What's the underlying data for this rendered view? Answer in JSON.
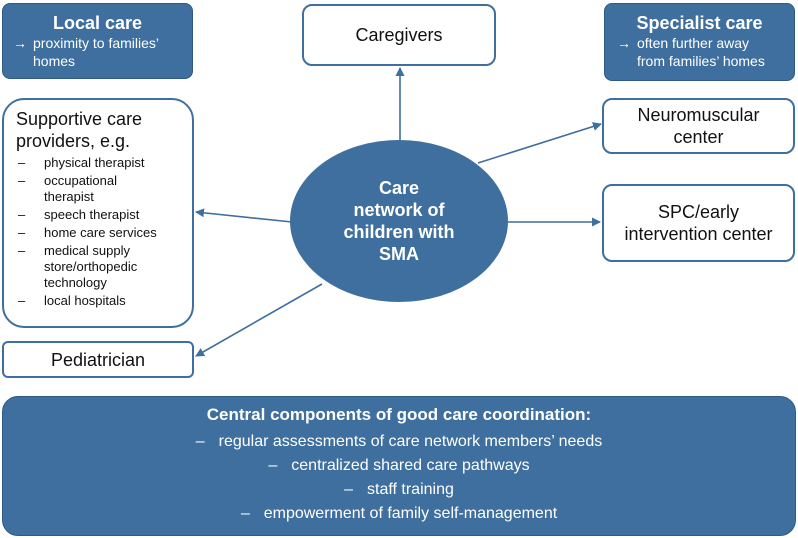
{
  "local_care": {
    "title": "Local care",
    "arrow": "→",
    "line1": "proximity to families’",
    "line2": "homes"
  },
  "specialist_care": {
    "title": "Specialist care",
    "arrow": "→",
    "line1": "often further away",
    "line2": "from families’ homes"
  },
  "caregivers": "Caregivers",
  "supportive": {
    "title_line1": "Supportive care",
    "title_line2": "providers, e.g.",
    "dash": "–",
    "items": [
      [
        "physical therapist"
      ],
      [
        "occupational",
        "therapist"
      ],
      [
        "speech therapist"
      ],
      [
        "home care services"
      ],
      [
        "medical supply",
        "store/orthopedic",
        "technology"
      ],
      [
        "local hospitals"
      ]
    ]
  },
  "pediatrician": "Pediatrician",
  "center": {
    "line1": "Care",
    "line2": "network of",
    "line3": "children with",
    "line4": "SMA"
  },
  "neuromuscular": {
    "line1": "Neuromuscular",
    "line2": "center"
  },
  "spc": {
    "line1": "SPC/early",
    "line2": "intervention center"
  },
  "coordination": {
    "title": "Central components of good care coordination:",
    "dash": "–",
    "items": [
      "regular assessments of care network members’ needs",
      "centralized shared care pathways",
      "staff training",
      "empowerment of family self-management"
    ]
  },
  "colors": {
    "primary": "#3f6f9e",
    "border": "#2f5a85",
    "text_on_primary": "#ffffff"
  }
}
